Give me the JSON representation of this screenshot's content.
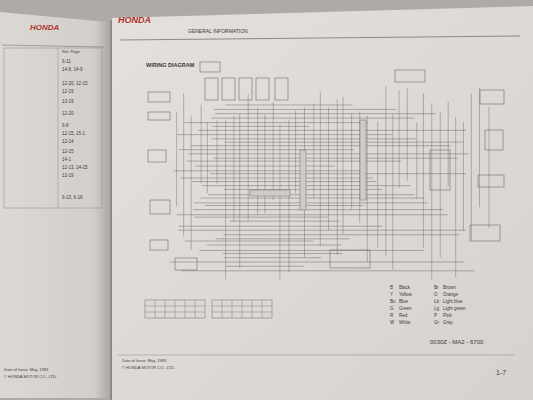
{
  "diagram": {
    "title": "WIRING DIAGRAM",
    "labels": [
      "HONDA",
      "GENERAL INFORMATION",
      "HONDA",
      "Ref. Page",
      "6-11",
      "14-8, 14-9",
      "12-20, 12-15",
      "12-19",
      "13-19",
      "12-20",
      "6-8",
      "12-15, 15-1",
      "12-14",
      "12-15",
      "14-1",
      "12-13, 14-15",
      "12-19",
      "6-13, 6-16",
      "Date of Issue: May, 1983",
      "© HONDA MOTOR CO., LTD.",
      "0030Z - MA2 - 6700",
      "1-7",
      "Date of Issue: May, 1983",
      "© HONDA MOTOR CO., LTD.",
      "B",
      "Black",
      "Y",
      "Yellow",
      "Bu",
      "Blue",
      "G",
      "Green",
      "R",
      "Red",
      "W",
      "White",
      "Br",
      "Brown",
      "O",
      "Orange",
      "Lb",
      "Light blue",
      "Lg",
      "Light green",
      "P",
      "Pink",
      "Gr",
      "Gray"
    ]
  }
}
